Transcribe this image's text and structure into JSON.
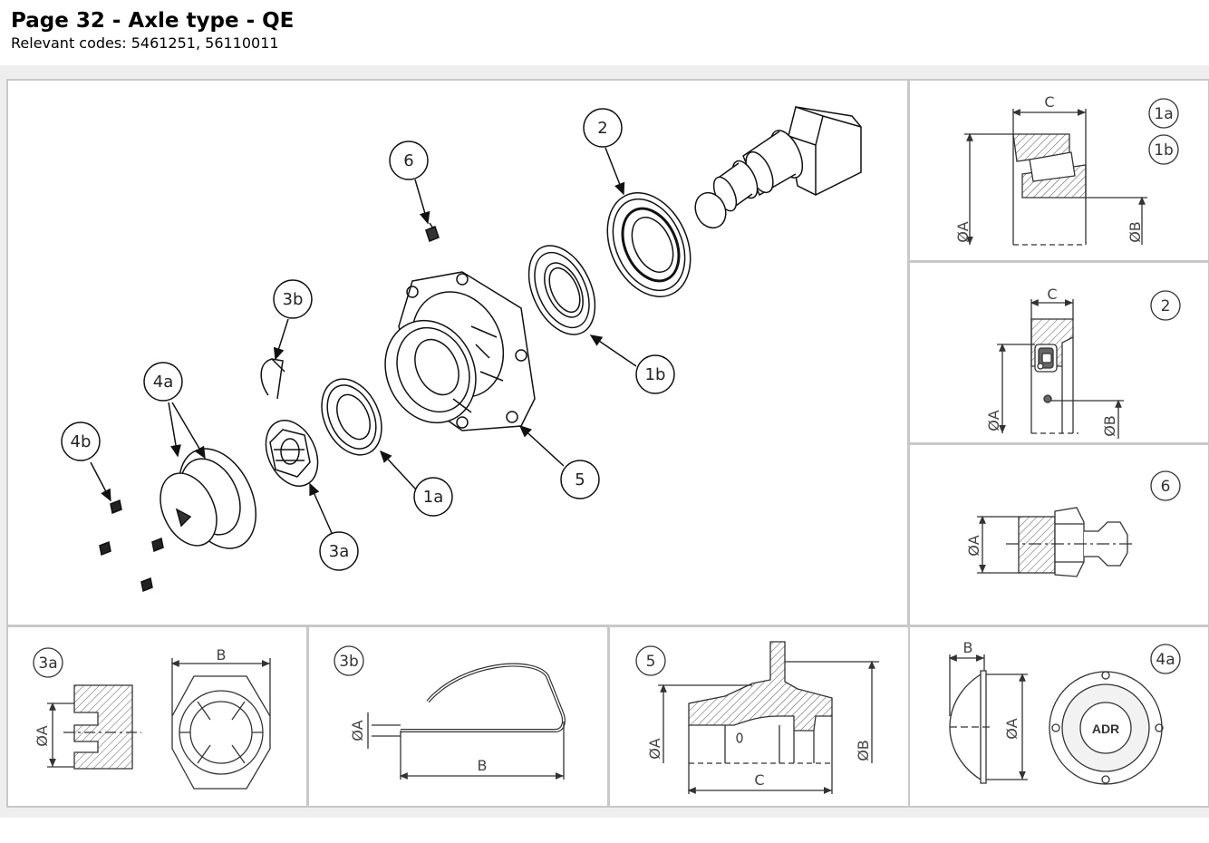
{
  "page": {
    "title": "Page 32 - Axle type - QE",
    "subtitle": "Relevant codes: 5461251, 56110011"
  },
  "main_callouts": [
    "6",
    "2",
    "3b",
    "4a",
    "4b",
    "1b",
    "5",
    "1a",
    "3a"
  ],
  "panels": {
    "bearing": {
      "callouts": [
        "1a",
        "1b"
      ],
      "dims": {
        "c": "C",
        "a": "ØA",
        "b": "ØB"
      }
    },
    "seal": {
      "callout": "2",
      "dims": {
        "c": "C",
        "a": "ØA",
        "b": "ØB"
      }
    },
    "grease_nipple": {
      "callout": "6",
      "dims": {
        "a": "ØA"
      }
    },
    "nut": {
      "callout": "3a",
      "dims": {
        "a": "ØA",
        "b": "B"
      }
    },
    "pin": {
      "callout": "3b",
      "dims": {
        "a": "ØA",
        "b": "B"
      }
    },
    "hub": {
      "callout": "5",
      "dims": {
        "a": "ØA",
        "b": "ØB",
        "c": "C"
      }
    },
    "cap": {
      "callout": "4a",
      "dims": {
        "b": "B",
        "a": "ØA"
      },
      "logo": "ADR"
    }
  }
}
